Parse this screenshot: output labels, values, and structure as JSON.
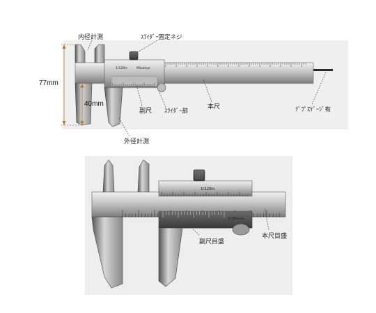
{
  "top_diagram": {
    "labels": {
      "inner_measure": "内径計測",
      "slider_lock": "ｽﾗｲﾀﾞｰ固定ネジ",
      "total_height": "77mm",
      "jaw_length": "40mm",
      "vernier": "副尺",
      "slider": "ｽﾗｲﾀﾞｰ部",
      "main_scale": "本尺",
      "depth_gauge": "ﾃﾞﾌﾟｽｹﾞｰｼﾞ有",
      "outer_measure": "外径計測"
    },
    "engraving": {
      "brand": "Mitutoyo",
      "resolution": "1/128in"
    }
  },
  "bottom_diagram": {
    "labels": {
      "vernier_scale": "副尺目盛",
      "main_scale_marks": "本尺目盛"
    },
    "engraving": {
      "fraction": "1/128in",
      "resolution": "0.05mm"
    }
  },
  "colors": {
    "steel_light": "#d8d8d8",
    "steel_mid": "#a8a8a8",
    "steel_dark": "#5a5a5a",
    "photo_bg": "#eeeeee",
    "dimension_line": "#b07a3a",
    "leader_line": "#333333"
  }
}
